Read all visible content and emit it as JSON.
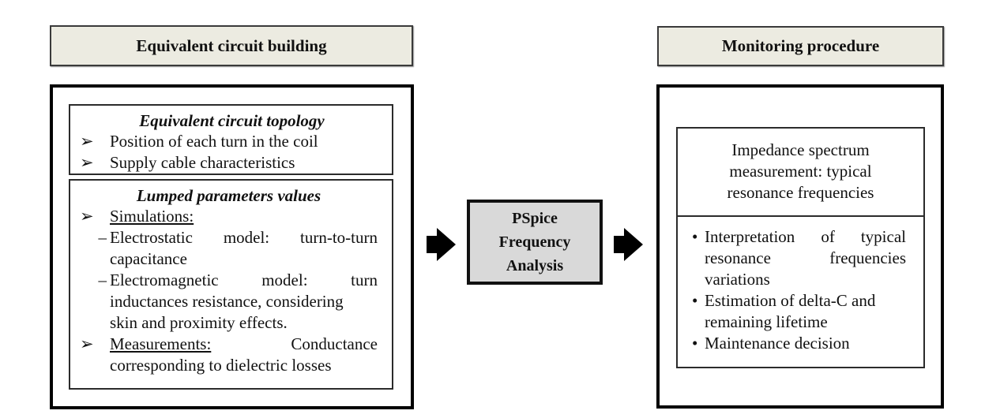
{
  "left": {
    "header": "Equivalent circuit building",
    "topology": {
      "title": "Equivalent circuit topology",
      "items": [
        {
          "icon": "arrowhead-bullet-icon",
          "text": "Position of each turn in the coil"
        },
        {
          "icon": "arrowhead-bullet-icon",
          "text": "Supply cable characteristics"
        }
      ]
    },
    "lumped": {
      "title": "Lumped parameters values",
      "simulations_label": "Simulations:",
      "electrostatic": {
        "dash": "–",
        "line1_a": "Electrostatic",
        "line1_b": "model:",
        "line1_c": "turn-to-turn",
        "line2": "capacitance"
      },
      "electromagnetic": {
        "dash": "–",
        "line1_a": "Electromagnetic",
        "line1_b": "model:",
        "line1_c": "turn",
        "line2": "inductances resistance, considering",
        "line3": "skin and proximity effects."
      },
      "measurements_label": "Measurements:",
      "measurements_text_a": "Conductance",
      "measurements_text_b": "corresponding to dielectric losses"
    }
  },
  "center": {
    "lines": [
      "PSpice",
      "Frequency",
      "Analysis"
    ]
  },
  "right": {
    "header": "Monitoring procedure",
    "impedance": {
      "lines": [
        "Impedance spectrum",
        "measurement: typical",
        "resonance frequencies"
      ]
    },
    "bullets": [
      {
        "icon": "bullet-dot-icon",
        "lines": [
          [
            "Interpretation",
            "of",
            "typical"
          ],
          [
            "resonance",
            "frequencies"
          ],
          [
            "variations"
          ]
        ]
      },
      {
        "icon": "bullet-dot-icon",
        "lines": [
          [
            "Estimation of delta-C and"
          ],
          [
            "remaining lifetime"
          ]
        ]
      },
      {
        "icon": "bullet-dot-icon",
        "lines": [
          [
            "Maintenance decision"
          ]
        ]
      }
    ]
  },
  "colors": {
    "header_fill": "#ecebe1",
    "center_fill": "#d9d9d9",
    "border": "#000000"
  }
}
